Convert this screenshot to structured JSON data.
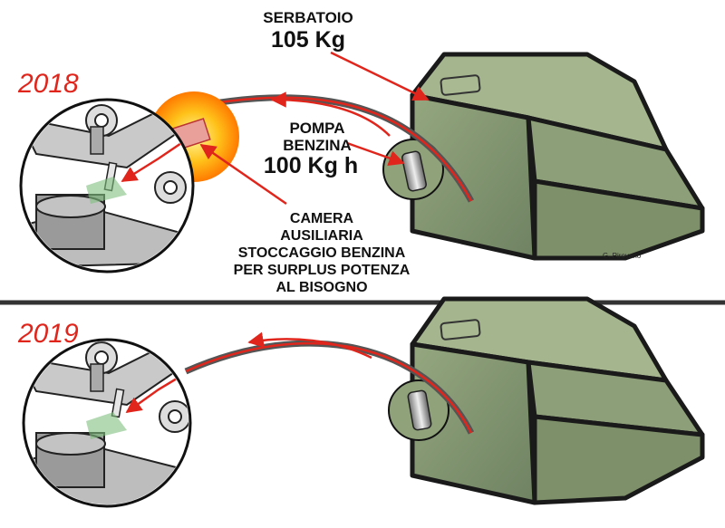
{
  "years": {
    "top": "2018",
    "bottom": "2019"
  },
  "labels": {
    "tank_title": "SERBATOIO",
    "tank_value": "105 Kg",
    "pump_line1": "POMPA",
    "pump_line2": "BENZINA",
    "pump_value": "100 Kg h",
    "chamber_lines": [
      "CAMERA",
      "AUSILIARIA",
      "STOCCAGGIO BENZINA",
      "PER SURPLUS POTENZA",
      "AL BISOGNO"
    ],
    "author": "G. Pirovano"
  },
  "colors": {
    "accent_red": "#e0261c",
    "tank_green": "#8fa27a",
    "tank_dark": "#6f8360",
    "divider": "#333333",
    "glow": "#ffb400"
  },
  "icons": [
    "fuel-tank-icon",
    "fuel-pump-icon",
    "engine-cutaway-icon",
    "auxiliary-chamber-icon"
  ]
}
